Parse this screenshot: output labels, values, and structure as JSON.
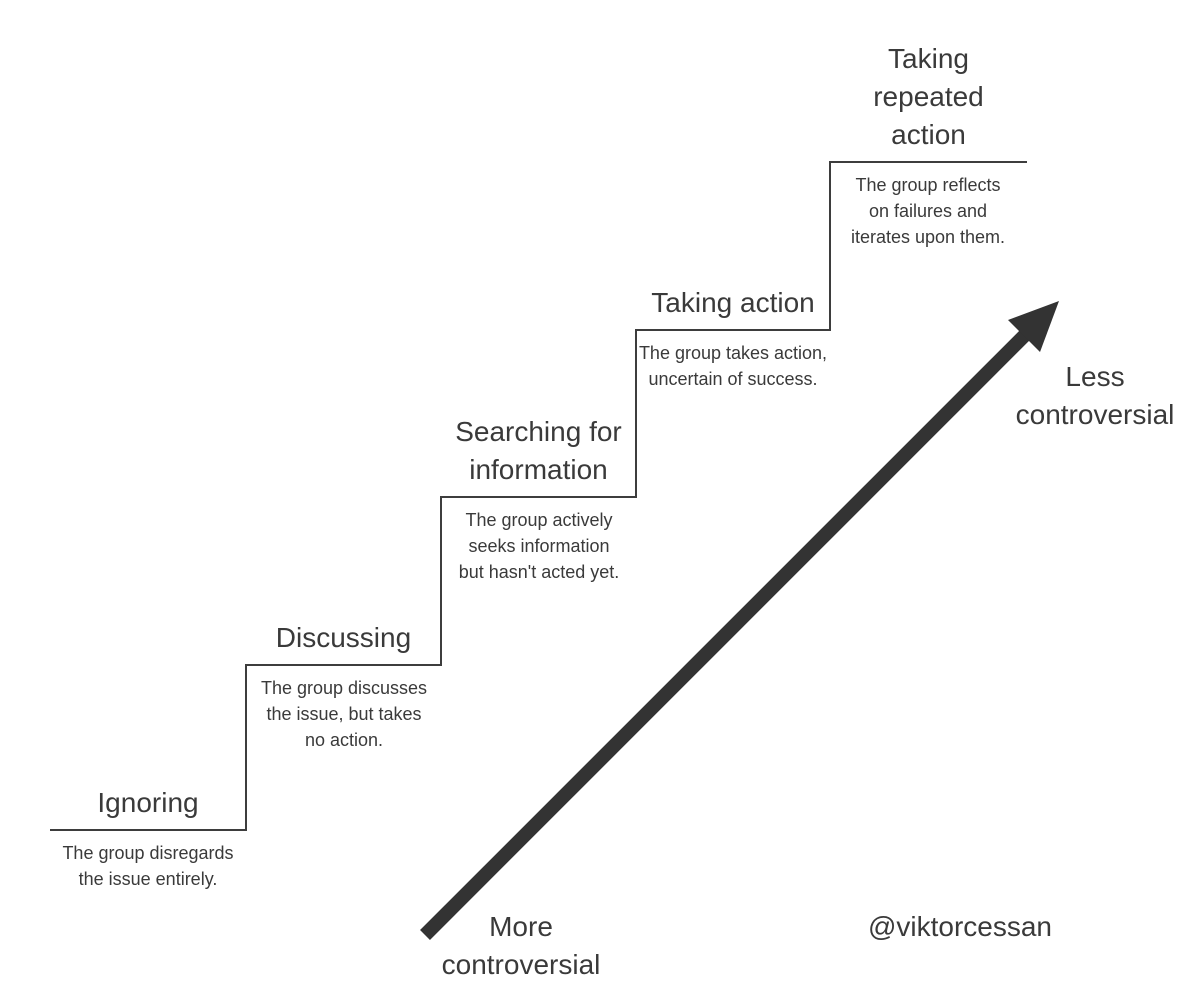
{
  "diagram": {
    "steps": [
      {
        "title": "Ignoring",
        "description": "The group disregards\nthe issue entirely."
      },
      {
        "title": "Discussing",
        "description": "The group discusses\nthe issue, but takes\nno action."
      },
      {
        "title": "Searching for\ninformation",
        "description": "The group actively\nseeks information\nbut hasn't acted yet."
      },
      {
        "title": "Taking action",
        "description": "The group takes action,\nuncertain of success."
      },
      {
        "title": "Taking\nrepeated\naction",
        "description": "The group reflects\non failures and\niterates upon them."
      }
    ],
    "axis": {
      "start_label": "More\ncontroversial",
      "end_label": "Less\ncontroversial"
    },
    "attribution": "@viktorcessan",
    "colors": {
      "text": "#3a3a3a",
      "line": "#3d3d3d",
      "arrow": "#333333",
      "background": "#ffffff"
    }
  }
}
